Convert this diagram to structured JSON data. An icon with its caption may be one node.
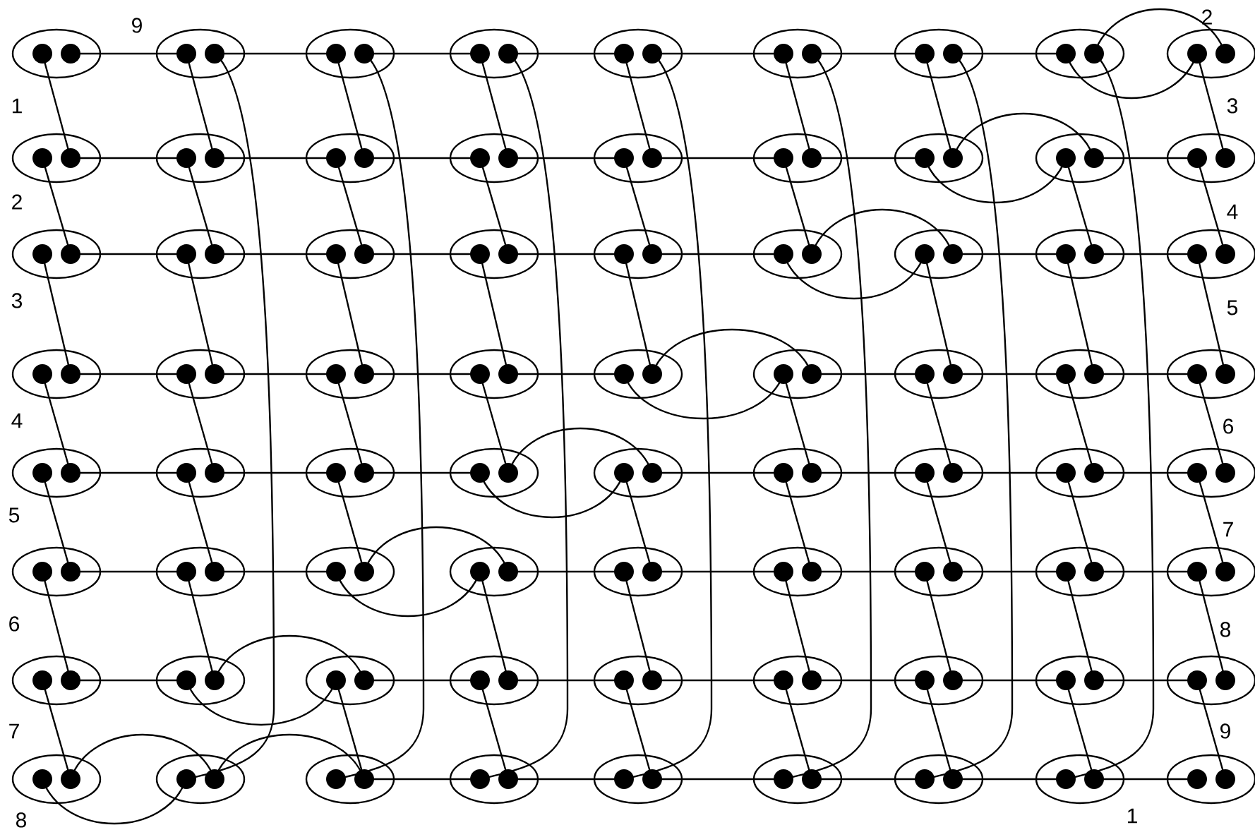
{
  "diagram": {
    "nodes": [
      {
        "text": [],
        "shape": "ellipse"
      },
      {
        "text": [],
        "shape": "ellipse"
      },
      {
        "text": [],
        "shape": "ellipse"
      },
      {
        "text": [],
        "shape": "ellipse"
      },
      {
        "text": [],
        "shape": "ellipse"
      },
      {
        "text": [],
        "shape": "ellipse"
      },
      {
        "text": [],
        "shape": "ellipse"
      },
      {
        "text": [],
        "shape": "ellipse"
      },
      {
        "text": [],
        "shape": "ellipse"
      },
      {
        "text": [],
        "shape": "ellipse"
      },
      {
        "text": [],
        "shape": "ellipse"
      },
      {
        "text": [],
        "shape": "ellipse"
      },
      {
        "text": [],
        "shape": "ellipse"
      },
      {
        "text": [],
        "shape": "ellipse"
      },
      {
        "text": [],
        "shape": "ellipse"
      },
      {
        "text": [],
        "shape": "ellipse"
      },
      {
        "text": [],
        "shape": "ellipse"
      },
      {
        "text": [],
        "shape": "ellipse"
      },
      {
        "text": [],
        "shape": "ellipse"
      },
      {
        "text": [],
        "shape": "ellipse"
      },
      {
        "text": [],
        "shape": "ellipse"
      },
      {
        "text": [],
        "shape": "ellipse"
      },
      {
        "text": [],
        "shape": "ellipse"
      },
      {
        "text": [],
        "shape": "ellipse"
      },
      {
        "text": [],
        "shape": "ellipse"
      },
      {
        "text": [],
        "shape": "ellipse"
      },
      {
        "text": [],
        "shape": "ellipse"
      },
      {
        "text": [],
        "shape": "ellipse"
      },
      {
        "text": [],
        "shape": "ellipse"
      },
      {
        "text": [],
        "shape": "ellipse"
      },
      {
        "text": [],
        "shape": "ellipse"
      },
      {
        "text": [],
        "shape": "ellipse"
      },
      {
        "text": [],
        "shape": "ellipse"
      },
      {
        "text": [],
        "shape": "ellipse"
      },
      {
        "text": [],
        "shape": "ellipse"
      },
      {
        "text": [],
        "shape": "ellipse"
      },
      {
        "text": [],
        "shape": "ellipse"
      },
      {
        "text": [],
        "shape": "ellipse"
      },
      {
        "text": [],
        "shape": "ellipse"
      },
      {
        "text": [],
        "shape": "ellipse"
      },
      {
        "text": [],
        "shape": "ellipse"
      },
      {
        "text": [],
        "shape": "ellipse"
      },
      {
        "text": [],
        "shape": "ellipse"
      },
      {
        "text": [],
        "shape": "ellipse"
      },
      {
        "text": [],
        "shape": "ellipse"
      },
      {
        "text": [],
        "shape": "ellipse"
      },
      {
        "text": [],
        "shape": "ellipse"
      },
      {
        "text": [],
        "shape": "ellipse"
      },
      {
        "text": [],
        "shape": "ellipse"
      },
      {
        "text": [],
        "shape": "ellipse"
      },
      {
        "text": [],
        "shape": "ellipse"
      },
      {
        "text": [],
        "shape": "ellipse"
      },
      {
        "text": [],
        "shape": "ellipse"
      },
      {
        "text": [],
        "shape": "ellipse"
      },
      {
        "text": [],
        "shape": "ellipse"
      },
      {
        "text": [],
        "shape": "ellipse"
      },
      {
        "text": [],
        "shape": "ellipse"
      },
      {
        "text": [],
        "shape": "ellipse"
      },
      {
        "text": [],
        "shape": "ellipse"
      },
      {
        "text": [],
        "shape": "ellipse"
      },
      {
        "text": [],
        "shape": "ellipse"
      },
      {
        "text": [],
        "shape": "ellipse"
      },
      {
        "text": [],
        "shape": "ellipse"
      },
      {
        "text": [],
        "shape": "ellipse"
      },
      {
        "text": [],
        "shape": "ellipse"
      },
      {
        "text": [],
        "shape": "ellipse"
      },
      {
        "text": [],
        "shape": "ellipse"
      },
      {
        "text": [],
        "shape": "ellipse"
      },
      {
        "text": [],
        "shape": "ellipse"
      },
      {
        "text": [],
        "shape": "ellipse"
      },
      {
        "text": [],
        "shape": "ellipse"
      },
      {
        "text": [],
        "shape": "ellipse"
      }
    ],
    "edges": [
      {
        "from": 0,
        "to": 1,
        "arrow": "none"
      },
      {
        "from": 1,
        "to": 2,
        "arrow": "none"
      },
      {
        "from": 2,
        "to": 3,
        "arrow": "none"
      },
      {
        "from": 3,
        "to": 4,
        "arrow": "none"
      },
      {
        "from": 4,
        "to": 5,
        "arrow": "none"
      },
      {
        "from": 5,
        "to": 6,
        "arrow": "none"
      },
      {
        "from": 6,
        "to": 7,
        "arrow": "none"
      },
      {
        "from": 9,
        "to": 10,
        "arrow": "none"
      },
      {
        "from": 10,
        "to": 11,
        "arrow": "none"
      },
      {
        "from": 11,
        "to": 12,
        "arrow": "none"
      },
      {
        "from": 12,
        "to": 13,
        "arrow": "none"
      },
      {
        "from": 13,
        "to": 14,
        "arrow": "none"
      },
      {
        "from": 14,
        "to": 15,
        "arrow": "none"
      },
      {
        "from": 16,
        "to": 17,
        "arrow": "none"
      },
      {
        "from": 18,
        "to": 19,
        "arrow": "none"
      },
      {
        "from": 19,
        "to": 20,
        "arrow": "none"
      },
      {
        "from": 20,
        "to": 21,
        "arrow": "none"
      },
      {
        "from": 21,
        "to": 22,
        "arrow": "none"
      },
      {
        "from": 22,
        "to": 23,
        "arrow": "none"
      },
      {
        "from": 24,
        "to": 25,
        "arrow": "none"
      },
      {
        "from": 25,
        "to": 26,
        "arrow": "none"
      },
      {
        "from": 27,
        "to": 28,
        "arrow": "none"
      },
      {
        "from": 28,
        "to": 29,
        "arrow": "none"
      },
      {
        "from": 29,
        "to": 30,
        "arrow": "none"
      },
      {
        "from": 30,
        "to": 31,
        "arrow": "none"
      },
      {
        "from": 32,
        "to": 33,
        "arrow": "none"
      },
      {
        "from": 33,
        "to": 34,
        "arrow": "none"
      },
      {
        "from": 34,
        "to": 35,
        "arrow": "none"
      },
      {
        "from": 36,
        "to": 37,
        "arrow": "none"
      },
      {
        "from": 37,
        "to": 38,
        "arrow": "none"
      },
      {
        "from": 38,
        "to": 39,
        "arrow": "none"
      },
      {
        "from": 40,
        "to": 41,
        "arrow": "none"
      },
      {
        "from": 41,
        "to": 42,
        "arrow": "none"
      },
      {
        "from": 42,
        "to": 43,
        "arrow": "none"
      },
      {
        "from": 43,
        "to": 44,
        "arrow": "none"
      },
      {
        "from": 45,
        "to": 46,
        "arrow": "none"
      },
      {
        "from": 46,
        "to": 47,
        "arrow": "none"
      },
      {
        "from": 48,
        "to": 49,
        "arrow": "none"
      },
      {
        "from": 49,
        "to": 50,
        "arrow": "none"
      },
      {
        "from": 50,
        "to": 51,
        "arrow": "none"
      },
      {
        "from": 51,
        "to": 52,
        "arrow": "none"
      },
      {
        "from": 52,
        "to": 53,
        "arrow": "none"
      },
      {
        "from": 54,
        "to": 55,
        "arrow": "none"
      },
      {
        "from": 56,
        "to": 57,
        "arrow": "none"
      },
      {
        "from": 57,
        "to": 58,
        "arrow": "none"
      },
      {
        "from": 58,
        "to": 59,
        "arrow": "none"
      },
      {
        "from": 59,
        "to": 60,
        "arrow": "none"
      },
      {
        "from": 60,
        "to": 61,
        "arrow": "none"
      },
      {
        "from": 61,
        "to": 62,
        "arrow": "none"
      },
      {
        "from": 63,
        "to": 64,
        "arrow": "none"
      },
      {
        "from": 65,
        "to": 66,
        "arrow": "none"
      },
      {
        "from": 66,
        "to": 67,
        "arrow": "none"
      },
      {
        "from": 67,
        "to": 68,
        "arrow": "none"
      },
      {
        "from": 68,
        "to": 69,
        "arrow": "none"
      },
      {
        "from": 69,
        "to": 70,
        "arrow": "none"
      },
      {
        "from": 70,
        "to": 71,
        "arrow": "none"
      },
      {
        "from": 7,
        "to": 8,
        "arrow": "none"
      },
      {
        "from": 7,
        "to": 8,
        "arrow": "none"
      },
      {
        "from": 15,
        "to": 16,
        "arrow": "none"
      },
      {
        "from": 15,
        "to": 16,
        "arrow": "none"
      },
      {
        "from": 23,
        "to": 24,
        "arrow": "none"
      },
      {
        "from": 23,
        "to": 24,
        "arrow": "none"
      },
      {
        "from": 31,
        "to": 32,
        "arrow": "none"
      },
      {
        "from": 31,
        "to": 32,
        "arrow": "none"
      },
      {
        "from": 39,
        "to": 40,
        "arrow": "none"
      },
      {
        "from": 39,
        "to": 40,
        "arrow": "none"
      },
      {
        "from": 47,
        "to": 48,
        "arrow": "none"
      },
      {
        "from": 47,
        "to": 48,
        "arrow": "none"
      },
      {
        "from": 55,
        "to": 56,
        "arrow": "none"
      },
      {
        "from": 55,
        "to": 56,
        "arrow": "none"
      },
      {
        "from": 63,
        "to": 64,
        "arrow": "none"
      },
      {
        "from": 64,
        "to": 65,
        "arrow": "none"
      },
      {
        "from": 0,
        "to": 9,
        "arrow": "none"
      },
      {
        "from": 1,
        "to": 10,
        "arrow": "none"
      },
      {
        "from": 2,
        "to": 11,
        "arrow": "none"
      },
      {
        "from": 3,
        "to": 12,
        "arrow": "none"
      },
      {
        "from": 4,
        "to": 13,
        "arrow": "none"
      },
      {
        "from": 5,
        "to": 14,
        "arrow": "none"
      },
      {
        "from": 6,
        "to": 15,
        "arrow": "none"
      },
      {
        "from": 8,
        "to": 17,
        "arrow": "none"
      },
      {
        "from": 9,
        "to": 18,
        "arrow": "none"
      },
      {
        "from": 10,
        "to": 19,
        "arrow": "none"
      },
      {
        "from": 11,
        "to": 20,
        "arrow": "none"
      },
      {
        "from": 12,
        "to": 21,
        "arrow": "none"
      },
      {
        "from": 13,
        "to": 22,
        "arrow": "none"
      },
      {
        "from": 14,
        "to": 23,
        "arrow": "none"
      },
      {
        "from": 16,
        "to": 25,
        "arrow": "none"
      },
      {
        "from": 17,
        "to": 26,
        "arrow": "none"
      },
      {
        "from": 18,
        "to": 27,
        "arrow": "none"
      },
      {
        "from": 19,
        "to": 28,
        "arrow": "none"
      },
      {
        "from": 20,
        "to": 29,
        "arrow": "none"
      },
      {
        "from": 21,
        "to": 30,
        "arrow": "none"
      },
      {
        "from": 22,
        "to": 31,
        "arrow": "none"
      },
      {
        "from": 24,
        "to": 33,
        "arrow": "none"
      },
      {
        "from": 25,
        "to": 34,
        "arrow": "none"
      },
      {
        "from": 26,
        "to": 35,
        "arrow": "none"
      },
      {
        "from": 27,
        "to": 36,
        "arrow": "none"
      },
      {
        "from": 28,
        "to": 37,
        "arrow": "none"
      },
      {
        "from": 29,
        "to": 38,
        "arrow": "none"
      },
      {
        "from": 30,
        "to": 39,
        "arrow": "none"
      },
      {
        "from": 32,
        "to": 41,
        "arrow": "none"
      },
      {
        "from": 33,
        "to": 42,
        "arrow": "none"
      },
      {
        "from": 34,
        "to": 43,
        "arrow": "none"
      },
      {
        "from": 35,
        "to": 44,
        "arrow": "none"
      },
      {
        "from": 36,
        "to": 45,
        "arrow": "none"
      },
      {
        "from": 37,
        "to": 46,
        "arrow": "none"
      },
      {
        "from": 38,
        "to": 47,
        "arrow": "none"
      },
      {
        "from": 40,
        "to": 49,
        "arrow": "none"
      },
      {
        "from": 41,
        "to": 50,
        "arrow": "none"
      },
      {
        "from": 42,
        "to": 51,
        "arrow": "none"
      },
      {
        "from": 43,
        "to": 52,
        "arrow": "none"
      },
      {
        "from": 44,
        "to": 53,
        "arrow": "none"
      },
      {
        "from": 45,
        "to": 54,
        "arrow": "none"
      },
      {
        "from": 46,
        "to": 55,
        "arrow": "none"
      },
      {
        "from": 48,
        "to": 57,
        "arrow": "none"
      },
      {
        "from": 49,
        "to": 58,
        "arrow": "none"
      },
      {
        "from": 50,
        "to": 59,
        "arrow": "none"
      },
      {
        "from": 51,
        "to": 60,
        "arrow": "none"
      },
      {
        "from": 52,
        "to": 61,
        "arrow": "none"
      },
      {
        "from": 53,
        "to": 62,
        "arrow": "none"
      },
      {
        "from": 54,
        "to": 63,
        "arrow": "none"
      },
      {
        "from": 56,
        "to": 65,
        "arrow": "none"
      },
      {
        "from": 57,
        "to": 66,
        "arrow": "none"
      },
      {
        "from": 58,
        "to": 67,
        "arrow": "none"
      },
      {
        "from": 59,
        "to": 68,
        "arrow": "none"
      },
      {
        "from": 60,
        "to": 69,
        "arrow": "none"
      },
      {
        "from": 61,
        "to": 70,
        "arrow": "none"
      },
      {
        "from": 62,
        "to": 71,
        "arrow": "none"
      },
      {
        "from": 1,
        "to": 64,
        "arrow": "none"
      },
      {
        "from": 2,
        "to": 65,
        "arrow": "none"
      },
      {
        "from": 3,
        "to": 66,
        "arrow": "none"
      },
      {
        "from": 4,
        "to": 67,
        "arrow": "none"
      },
      {
        "from": 5,
        "to": 68,
        "arrow": "none"
      },
      {
        "from": 6,
        "to": 69,
        "arrow": "none"
      },
      {
        "from": 7,
        "to": 70,
        "arrow": "none"
      }
    ],
    "labels": [
      "9",
      "2",
      "1",
      "3",
      "2",
      "4",
      "3",
      "5",
      "4",
      "6",
      "5",
      "7",
      "6",
      "8",
      "7",
      "9",
      "8",
      "1"
    ]
  }
}
